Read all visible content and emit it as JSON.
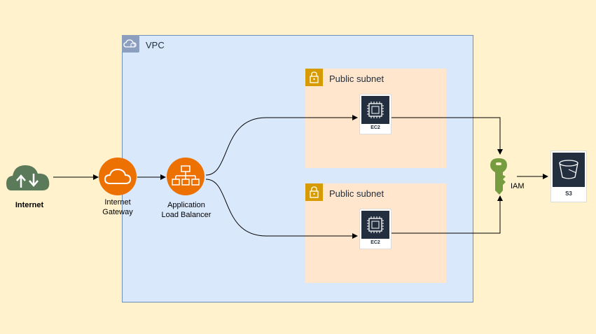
{
  "vpc": {
    "label": "VPC"
  },
  "subnets": [
    {
      "label": "Public subnet",
      "ec2": {
        "label": "EC2"
      }
    },
    {
      "label": "Public subnet",
      "ec2": {
        "label": "EC2"
      }
    }
  ],
  "internet": {
    "label": "Internet"
  },
  "gateway": {
    "label_line1": "Internet",
    "label_line2": "Gateway"
  },
  "alb": {
    "label_line1": "Application",
    "label_line2": "Load Balancer"
  },
  "iam": {
    "label": "IAM"
  },
  "s3": {
    "label": "S3"
  },
  "colors": {
    "background": "#fff2cc",
    "vpc_fill": "#dae8fc",
    "vpc_border": "#6c8ebf",
    "subnet_fill": "#ffe6cc",
    "subnet_icon": "#d79b00",
    "aws_orange": "#ed7100",
    "aws_dark": "#232f3e",
    "internet_green": "#5a7a5a",
    "iam_green": "#759c3e"
  }
}
